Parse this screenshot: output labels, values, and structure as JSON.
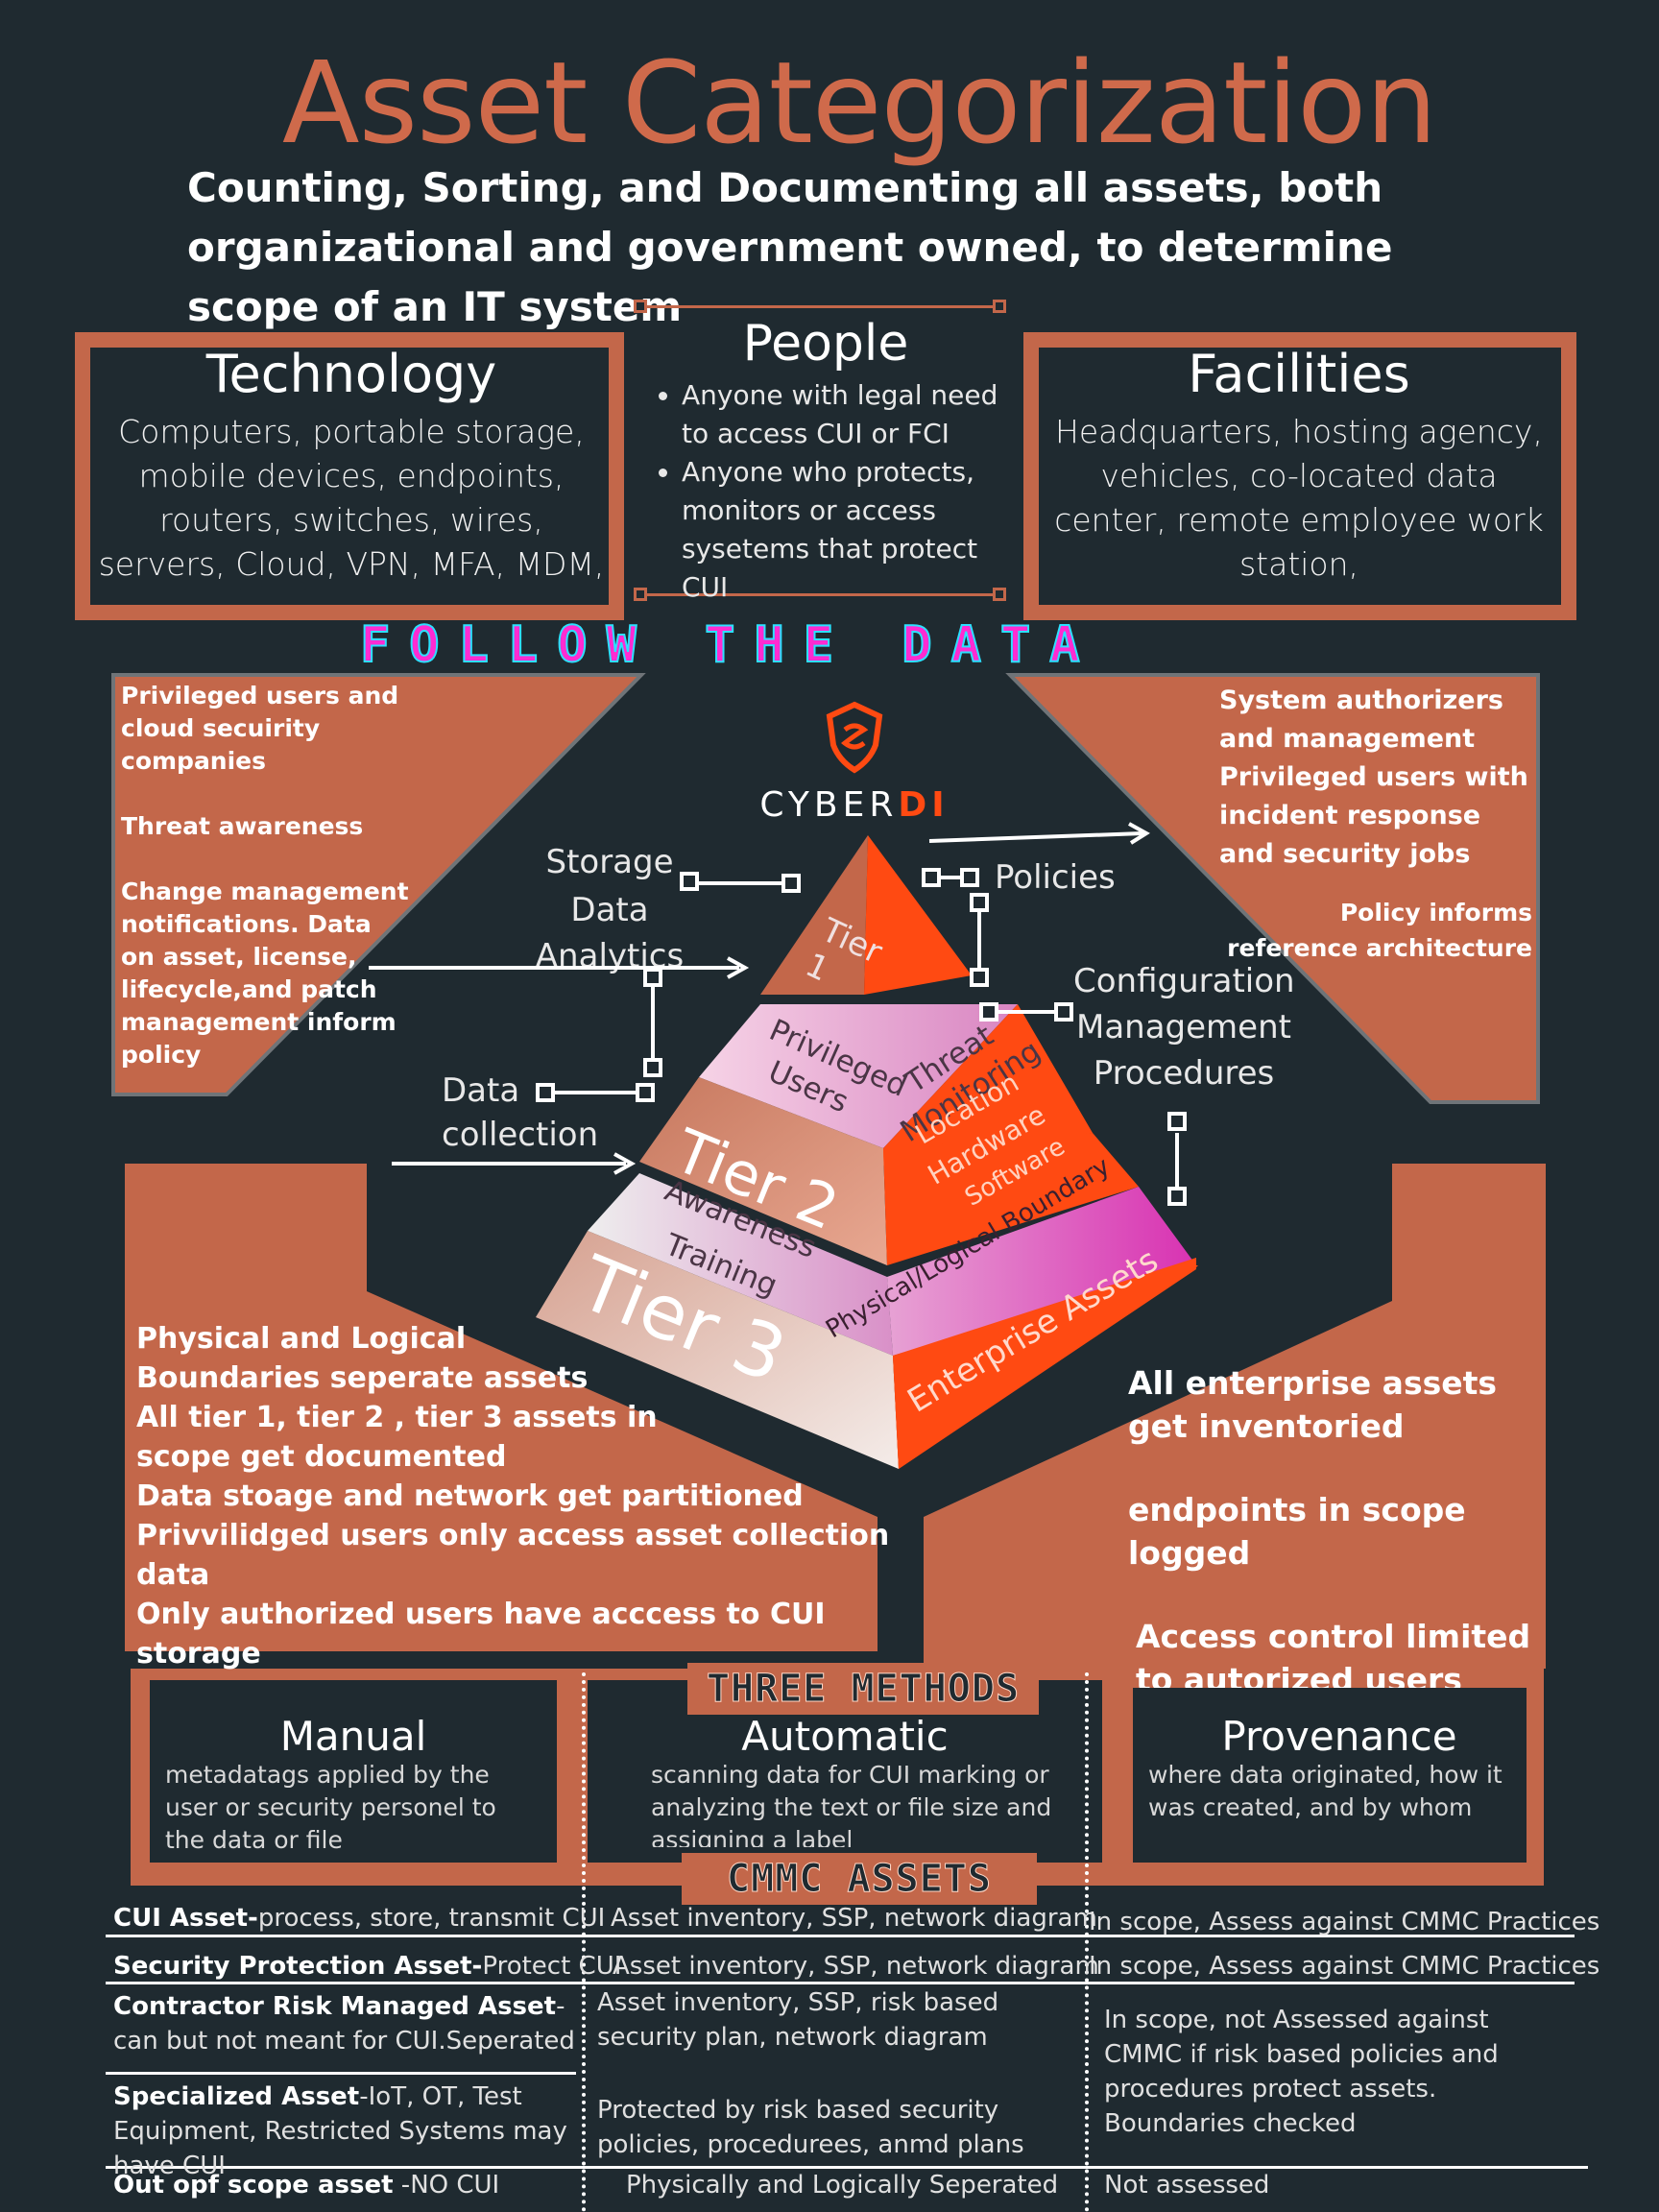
{
  "title": "Asset Categorization",
  "subtitle": "Counting,  Sorting, and Documenting all assets, both organizational  and government owned, to determine scope of an IT system",
  "technology": {
    "title": "Technology",
    "text": "Computers, portable storage, mobile devices, endpoints, routers, switches, wires, servers, Cloud, VPN, MFA, MDM,"
  },
  "people": {
    "title": "People",
    "items": [
      "Anyone with legal need to access CUI or FCI",
      "Anyone who protects, monitors or access sysetems that protect CUI"
    ]
  },
  "facilities": {
    "title": "Facilities",
    "text": "Headquarters, hosting agency, vehicles, co-located data center, remote employee work station,"
  },
  "follow_the_data": "FOLLOW THE DATA",
  "left_panel": {
    "p1": "Privileged users and cloud secuirity companies",
    "p2": "Threat awareness",
    "p3": "Change management notifications. Data on asset, license, lifecycle,and patch management inform policy"
  },
  "right_panel": {
    "p1": "System authorizers and management Privileged users with incident response and security jobs",
    "p2": "Policy informs reference architecture"
  },
  "logo": {
    "text_a": "CYBER",
    "text_b": "DI",
    "accent": "#ff4a12"
  },
  "labels": {
    "storage": "Storage",
    "data_analytics": "Data Analytics",
    "policies": "Policies",
    "config_1": "Configuration",
    "config_2": "Management",
    "config_3": "Procedures",
    "data_1": "Data",
    "data_2": "collection"
  },
  "pyramid": {
    "tier1": "Tier 1",
    "tier2": "Tier 2",
    "tier3": "Tier 3",
    "privileged_users": "Privileged Users",
    "threat_monitoring": "Threat Monitoring",
    "location": "Location",
    "hardware": "Hardware",
    "software": "Software",
    "awareness": "Awareness",
    "training": "Training",
    "boundary": "Physical/Logical Boundary",
    "enterprise": "Enterprise Assets"
  },
  "bottom_left": [
    "Physical and Logical",
    "Boundaries seperate assets",
    "All tier 1, tier 2 , tier 3 assets in",
    "scope get documented",
    "Data stoage and network get partitioned",
    "Privvilidged users only access asset collection",
    "data",
    "Only authorized users have acccess to CUI storage"
  ],
  "bottom_right": {
    "p1": "All enterprise assets get inventoried",
    "p2": "endpoints in scope logged",
    "p3": "Access control limited to autorized users"
  },
  "three_methods": {
    "banner": "THREE METHODS",
    "manual": {
      "title": "Manual",
      "text": "metadatags applied by the user or security personel to the data or file"
    },
    "automatic": {
      "title": "Automatic",
      "text": "scanning data for CUI marking or analyzing the text or file size and assigning a label"
    },
    "provenance": {
      "title": "Provenance",
      "text": "where data originated, how it was created, and by whom"
    }
  },
  "cmmc": {
    "banner": "CMMC ASSETS",
    "rows": [
      {
        "name": "CUI Asset-",
        "desc": "process, store, transmit CUI",
        "docs": "Asset inventory, SSP, network diagram",
        "assess": "In scope, Assess against CMMC Practices"
      },
      {
        "name": "Security Protection Asset-",
        "desc": "Protect CUI",
        "docs": "Asset inventory, SSP, network diagram",
        "assess": "In scope, Assess against CMMC Practices"
      },
      {
        "name": "Contractor Risk Managed Asset",
        "desc": "-can but not meant for CUI.Seperated",
        "docs": "Asset inventory, SSP, risk based security plan, network diagram",
        "assess": "In scope, not Assessed against CMMC if risk based policies and procedures protect assets. Boundaries checked"
      },
      {
        "name": "Specialized Asset",
        "desc": "-IoT, OT, Test Equipment, Restricted Systems may have CUI",
        "docs": "Protected  by risk based security policies, proceduree​s, anmd plans",
        "assess": ""
      },
      {
        "name": "Out opf scope asset",
        "desc": " -NO CUI",
        "docs": "Physically and Logically Seperated",
        "assess": "Not assessed"
      }
    ]
  },
  "colors": {
    "background": "#1f2a30",
    "rust": "#c3674a",
    "title": "#cf6a4b",
    "orange_red": "#ff4a12",
    "magenta": "#d63ab4",
    "pink_light": "#f1b8dc"
  }
}
